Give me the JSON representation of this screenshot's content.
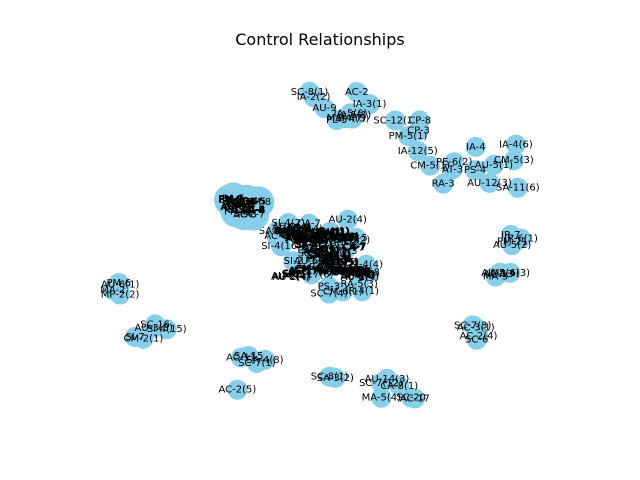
{
  "title": "Control Relationships",
  "colors": {
    "node": "#87CEEB",
    "label": "#000000",
    "background": "#ffffff"
  },
  "clusters": [
    {
      "id": "cluster-ia",
      "labels": [
        "MA-4(7)",
        "IA-3(1)",
        "AC-2",
        "SC-8(1)",
        "SC-12(2)",
        "IA-2(2)",
        "SI-4(5)",
        "IA-5(1)",
        "AU-9",
        "PL-5",
        "IA-5(6)"
      ]
    },
    {
      "id": "cluster-cp",
      "labels": [
        "CP-3",
        "CP-8",
        "PM-5(1)"
      ]
    },
    {
      "id": "cluster-ra",
      "labels": [
        "RA-3",
        "AT-3",
        "CM-5(1)",
        "AU-12(3)",
        "SA-11(6)",
        "CM-5(3)",
        "PE-6(2)",
        "PS-4",
        "IA-4",
        "AU-5(1)",
        "IA-4(6)",
        "IA-12(5)"
      ]
    },
    {
      "id": "cluster-ir",
      "labels": [
        "IR-6(1)",
        "IR-7",
        "PM-21",
        "AU-5(2)"
      ]
    },
    {
      "id": "cluster-ma",
      "labels": [
        "MA-6(3)",
        "MA-3",
        "AU-5(4)",
        "AU-13"
      ]
    },
    {
      "id": "cluster-mp",
      "labels": [
        "MP-2(2)",
        "MA-2",
        "AU-6(1)",
        "PM-6"
      ]
    },
    {
      "id": "cluster-si",
      "labels": [
        "SI-4(15)",
        "SI-7",
        "CM-2(1)",
        "SC-16",
        "AU-3(3)"
      ]
    },
    {
      "id": "cluster-ac",
      "labels": [
        "AC-2(4)",
        "AC-3(1)",
        "SC-7(3)",
        "SC-6"
      ]
    },
    {
      "id": "cluster-sa",
      "labels": [
        "SA-4(8)",
        "SA-15",
        "SC-7(1)",
        "AC-11",
        "AC-2(5)"
      ]
    },
    {
      "id": "cluster-au",
      "labels": [
        "AC-17",
        "AU-14(3)",
        "SC-20",
        "SC-8(1)",
        "MA-5(4)",
        "SA-3(2)",
        "CA-8(1)",
        "SC-7(12)"
      ]
    },
    {
      "id": "cluster-dense",
      "labels": [
        "SR-6(2)",
        "SR-5",
        "SC-5",
        "PL-8",
        "PS-3",
        "SA-8(5)",
        "SA-8(14)",
        "SI-3",
        "AC-6",
        "AU-6(5)",
        "CM-3",
        "IR-4(1)",
        "SI-4(2)",
        "AC-17(6)",
        "CM-4(2)",
        "SA-4(7)",
        "CA-7",
        "SC-7(4)",
        "RA-5(8)",
        "SI-4(4)",
        "AU-6(3)",
        "SC-28",
        "AU-2(4)",
        "CM-6(1)",
        "PL-2",
        "RA-5(3)",
        "AU-12",
        "SI-4(16)",
        "SI-2"
      ]
    },
    {
      "id": "cluster-blob",
      "labels": [
        "CM-8",
        "AC-3",
        "AC-4",
        "AU-6",
        "SC-7",
        "SI-4",
        "CA-2",
        "RA-5",
        "PM-9",
        "SA-9"
      ]
    }
  ]
}
